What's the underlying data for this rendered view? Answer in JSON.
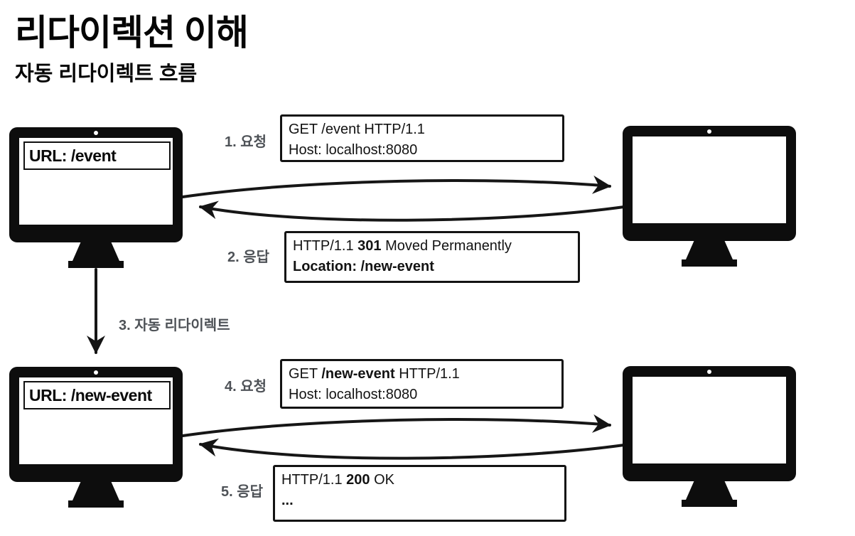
{
  "header": {
    "title": "리다이렉션 이해",
    "subtitle": "자동 리다이렉트 흐름"
  },
  "clients": {
    "top_url": "URL: /event",
    "bottom_url": "URL: /new-event"
  },
  "steps": {
    "s1": {
      "label": "1. 요청"
    },
    "s2": {
      "label": "2. 응답"
    },
    "s3": {
      "label": "3. 자동 리다이렉트"
    },
    "s4": {
      "label": "4. 요청"
    },
    "s5": {
      "label": "5. 응답"
    }
  },
  "messages": {
    "request1": {
      "line1": "GET /event HTTP/1.1",
      "line2": "Host: localhost:8080"
    },
    "response1": {
      "line1_pre": "HTTP/1.1 ",
      "line1_em": "301",
      "line1_post": " Moved Permanently",
      "line2": "Location: /new-event"
    },
    "request2": {
      "line1_pre": "GET ",
      "line1_em": "/new-event",
      "line1_post": " HTTP/1.1",
      "line2": "Host: localhost:8080"
    },
    "response2": {
      "line1_pre": "HTTP/1.1 ",
      "line1_em": "200",
      "line1_post": " OK",
      "line2": "..."
    }
  },
  "colors": {
    "ink": "#111111",
    "label_gray": "#4e5257",
    "background": "#ffffff"
  }
}
